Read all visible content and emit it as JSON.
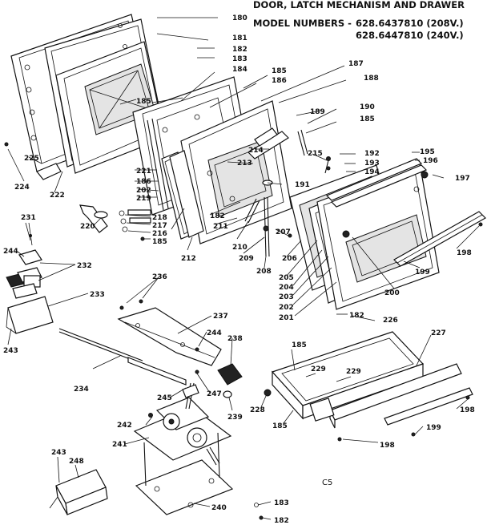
{
  "header": {
    "title": "DOOR, LATCH MECHANISM AND DRAWER",
    "model_prefix": "MODEL NUMBERS -",
    "model_1": "628.6437810 (208V.)",
    "model_2": "628.6447810 (240V.)"
  },
  "footer_code": "C5",
  "labels": [
    "180",
    "181",
    "182",
    "183",
    "184",
    "185",
    "186",
    "187",
    "188",
    "185",
    "189",
    "190",
    "185",
    "214",
    "213",
    "215",
    "192",
    "193",
    "194",
    "195",
    "196",
    "197",
    "191",
    "221",
    "186",
    "202",
    "219",
    "182",
    "218",
    "217",
    "216",
    "185",
    "220",
    "212",
    "211",
    "210",
    "209",
    "208",
    "207",
    "206",
    "205",
    "204",
    "203",
    "202",
    "201",
    "200",
    "199",
    "198",
    "182",
    "231",
    "244",
    "232",
    "233",
    "243",
    "236",
    "237",
    "244",
    "238",
    "234",
    "245",
    "247",
    "239",
    "242",
    "241",
    "226",
    "227",
    "185",
    "229",
    "229",
    "228",
    "185",
    "199",
    "198",
    "198",
    "243",
    "248",
    "240",
    "183",
    "182",
    "180",
    "222",
    "224",
    "225",
    "185"
  ]
}
